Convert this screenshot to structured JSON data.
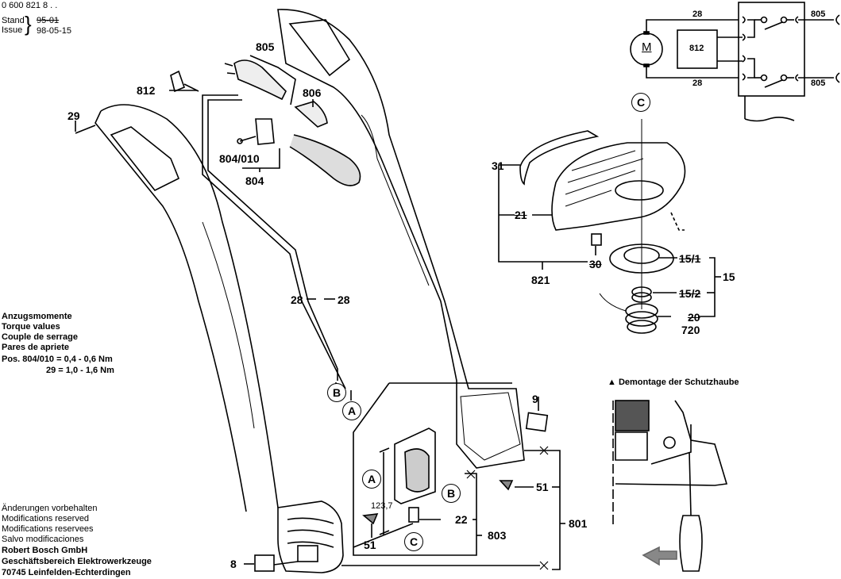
{
  "header": {
    "doc_number": "0 600 821 8 . .",
    "stand_label": "Stand",
    "issue_label": "Issue",
    "stand_old_value": "95-01",
    "issue_date": "98-05-15"
  },
  "torque": {
    "lines": [
      "Anzugsmomente",
      "Torque values",
      "Couple de serrage",
      "Pares de apriete"
    ],
    "spec_1": "Pos. 804/010 = 0,4 - 0,6 Nm",
    "spec_2": "29 = 1,0 - 1,6 Nm"
  },
  "footer": {
    "notices": [
      "Änderungen vorbehalten",
      "Modifications reserved",
      "Modifications reservees",
      "Salvo modificaciones"
    ],
    "company": "Robert Bosch GmbH",
    "division": "Geschäftsbereich Elektrowerkzeuge",
    "address": "70745 Leinfelden-Echterdingen"
  },
  "circuit": {
    "motor_label": "M",
    "module_label": "812",
    "wire_top": "28",
    "wire_bottom": "28",
    "plug_top": "805",
    "plug_bottom": "805"
  },
  "note": {
    "symbol": "▲",
    "text": "Demontage der Schutzhaube"
  },
  "parts": {
    "p812": "812",
    "p805": "805",
    "p806": "806",
    "p29": "29",
    "p804_010": "804/010",
    "p804": "804",
    "p28a": "28",
    "p28b": "28",
    "p31": "31",
    "p21": "21",
    "p30": "30",
    "p821": "821",
    "p15_1": "15/1",
    "p15_2": "15/2",
    "p15": "15",
    "p20": "20",
    "p720": "720",
    "p9": "9",
    "p51a": "51",
    "p51b": "51",
    "p22": "22",
    "p803": "803",
    "p801": "801",
    "p8": "8",
    "dim": "123,7"
  },
  "refs": {
    "A1": "A",
    "B1": "B",
    "A2": "A",
    "B2": "B",
    "C1": "C",
    "C2": "C"
  }
}
